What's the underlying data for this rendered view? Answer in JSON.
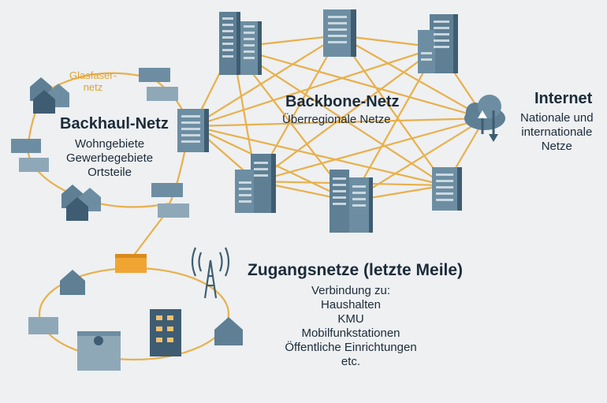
{
  "labels": {
    "glasfaser": "Glasfaser-",
    "netz": "netz",
    "backhaul_title": "Backhaul-Netz",
    "backhaul_lines": [
      "Wohngebiete",
      "Gewerbegebiete",
      "Ortsteile"
    ],
    "backbone_title": "Backbone-Netz",
    "backbone_sub": "Überregionale Netze",
    "internet_title": "Internet",
    "internet_lines": [
      "Nationale und",
      "internationale",
      "Netze"
    ],
    "access_title": "Zugangsnetze (letzte Meile)",
    "access_lines": [
      "Verbindung zu:",
      "Haushalten",
      "KMU",
      "Mobilfunkstationen",
      "Öffentliche Einrichtungen",
      "etc."
    ]
  },
  "colors": {
    "background": "#eef0f2",
    "fiber_line": "#e8b04a",
    "building": "#5e7f94",
    "building_dark": "#3f5d72",
    "building_light": "#8fa8b8",
    "window": "#dbe5ec",
    "cabinet": "#f0a533",
    "text": "#1c2b3a"
  },
  "icons": [
    "office-tower-icon",
    "house-cluster-icon",
    "row-house-icon",
    "cloud-icon",
    "radio-tower-icon",
    "street-cabinet-icon",
    "hospital-icon"
  ]
}
